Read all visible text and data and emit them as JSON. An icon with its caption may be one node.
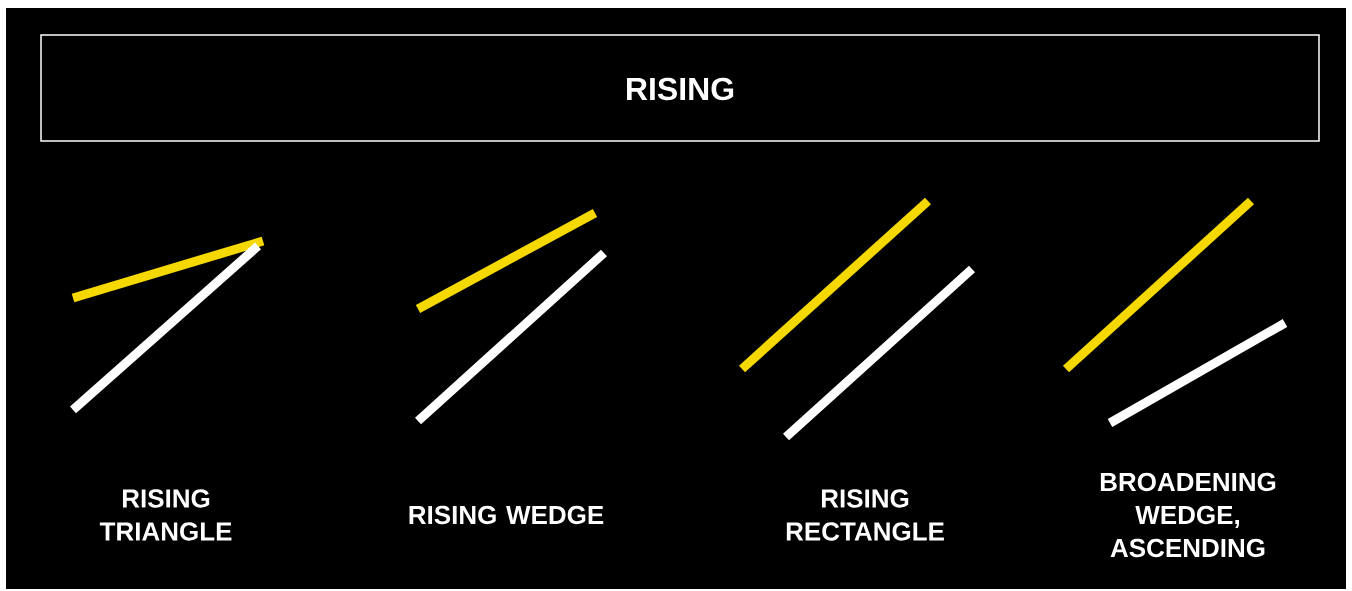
{
  "diagram": {
    "title": "RISING",
    "labels": [
      "RISING TRIANGLE",
      "RISING WEDGE",
      "RISING RECTANGLE",
      "BROADENING WEDGE, ASCENDING"
    ]
  }
}
